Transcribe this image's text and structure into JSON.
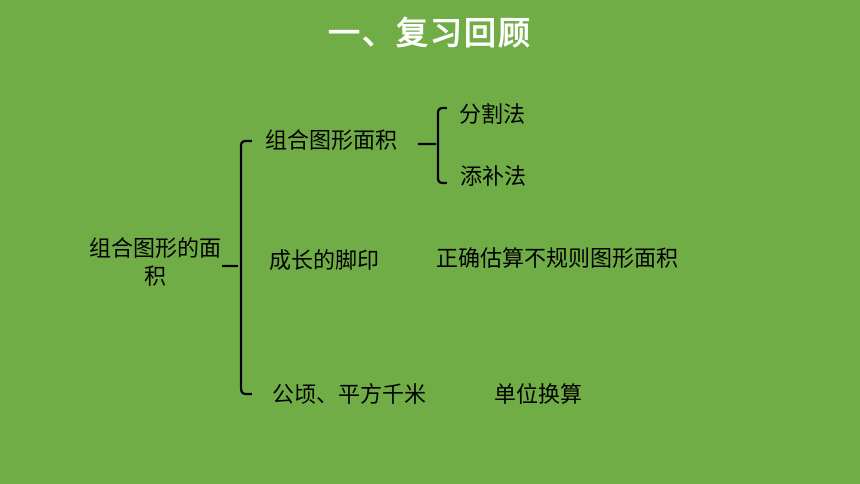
{
  "title": "一、复习回顾",
  "root": "组合图形的面积",
  "branches": [
    {
      "label": "组合图形面积",
      "children": [
        "分割法",
        "添补法"
      ]
    },
    {
      "label": "成长的脚印",
      "note": "正确估算不规则图形面积"
    },
    {
      "label": "公顷、平方千米",
      "note": "单位换算"
    }
  ],
  "colors": {
    "background": "#70AD47",
    "title": "#FFFFFF",
    "text": "#000000"
  }
}
